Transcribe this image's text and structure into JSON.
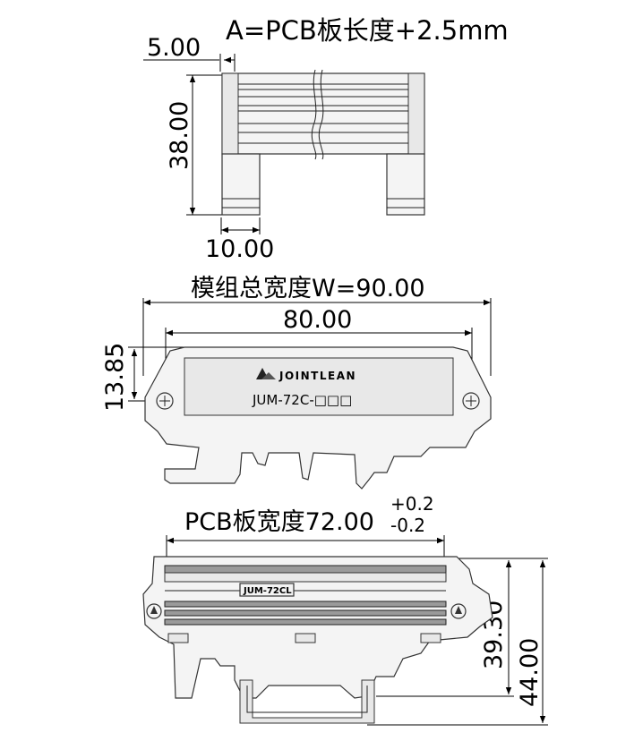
{
  "top_view": {
    "title": "A=PCB板长度+2.5mm",
    "dim_left_width": "5.00",
    "dim_height": "38.00",
    "dim_foot_width": "10.00"
  },
  "front_view": {
    "total_width_label": "模组总宽度W=90.00",
    "inner_width": "80.00",
    "height": "13.85",
    "brand": "JOINTLEAN",
    "model": "JUM-72C-□□□"
  },
  "side_view": {
    "pcb_width_label": "PCB板宽度72.00",
    "tol_plus": "+0.2",
    "tol_minus": "-0.2",
    "model_tag": "JUM-72CL",
    "dim_inner_height": "39.30",
    "dim_total_height": "44.00"
  }
}
